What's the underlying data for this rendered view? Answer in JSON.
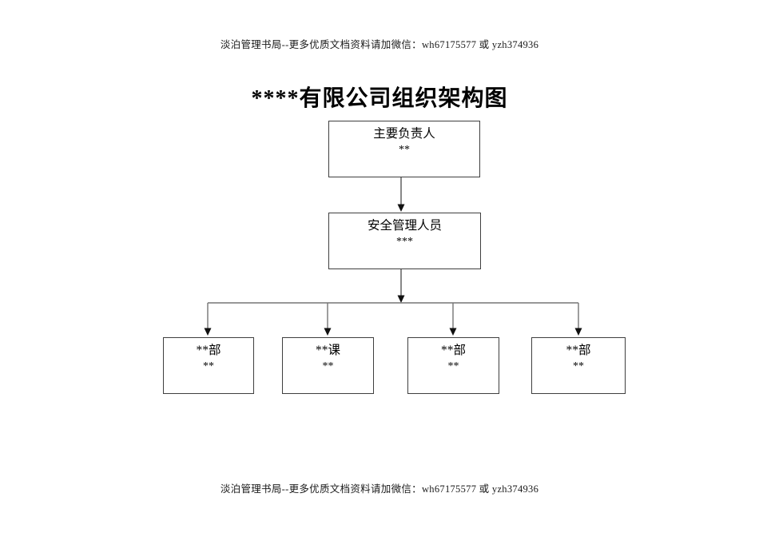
{
  "document": {
    "header_note": "淡泊管理书局--更多优质文档资料请加微信：wh67175577 或 yzh374936",
    "footer_note": "淡泊管理书局--更多优质文档资料请加微信：wh67175577 或 yzh374936",
    "title": "****有限公司组织架构图"
  },
  "org_chart": {
    "type": "org-tree",
    "nodes": [
      {
        "id": "root",
        "level": 1,
        "role": "主要负责人",
        "name": "**"
      },
      {
        "id": "manager",
        "level": 2,
        "role": "安全管理人员",
        "name": "***"
      },
      {
        "id": "dept1",
        "level": 3,
        "role": "**部",
        "name": "**"
      },
      {
        "id": "dept2",
        "level": 3,
        "role": "**课",
        "name": "**"
      },
      {
        "id": "dept3",
        "level": 3,
        "role": "**部",
        "name": "**"
      },
      {
        "id": "dept4",
        "level": 3,
        "role": "**部",
        "name": "**"
      }
    ],
    "edges": [
      "root->manager",
      "manager->dept1",
      "manager->dept2",
      "manager->dept3",
      "manager->dept4"
    ]
  },
  "colors": {
    "background": "#ffffff",
    "box_border": "#3f3f3f",
    "connector_line": "#757575",
    "arrowhead": "#111111",
    "text": "#000000"
  }
}
